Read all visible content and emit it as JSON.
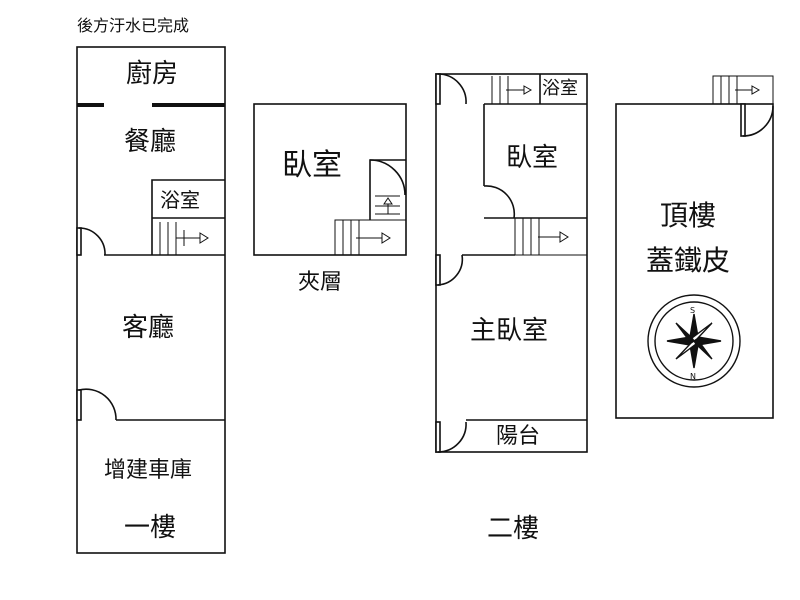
{
  "note": "後方汙水已完成",
  "floor1": {
    "kitchen": "廚房",
    "dining": "餐廳",
    "bathroom": "浴室",
    "living": "客廳",
    "garage": "增建車庫",
    "floor_label": "一樓"
  },
  "mezzanine": {
    "bedroom": "臥室",
    "floor_label": "夾層"
  },
  "floor2": {
    "bathroom": "浴室",
    "bedroom": "臥室",
    "master_bedroom": "主臥室",
    "balcony": "陽台",
    "floor_label": "二樓"
  },
  "roof": {
    "line1": "頂樓",
    "line2": "蓋鐵皮",
    "compass": {
      "north": "N",
      "south": "S"
    }
  }
}
